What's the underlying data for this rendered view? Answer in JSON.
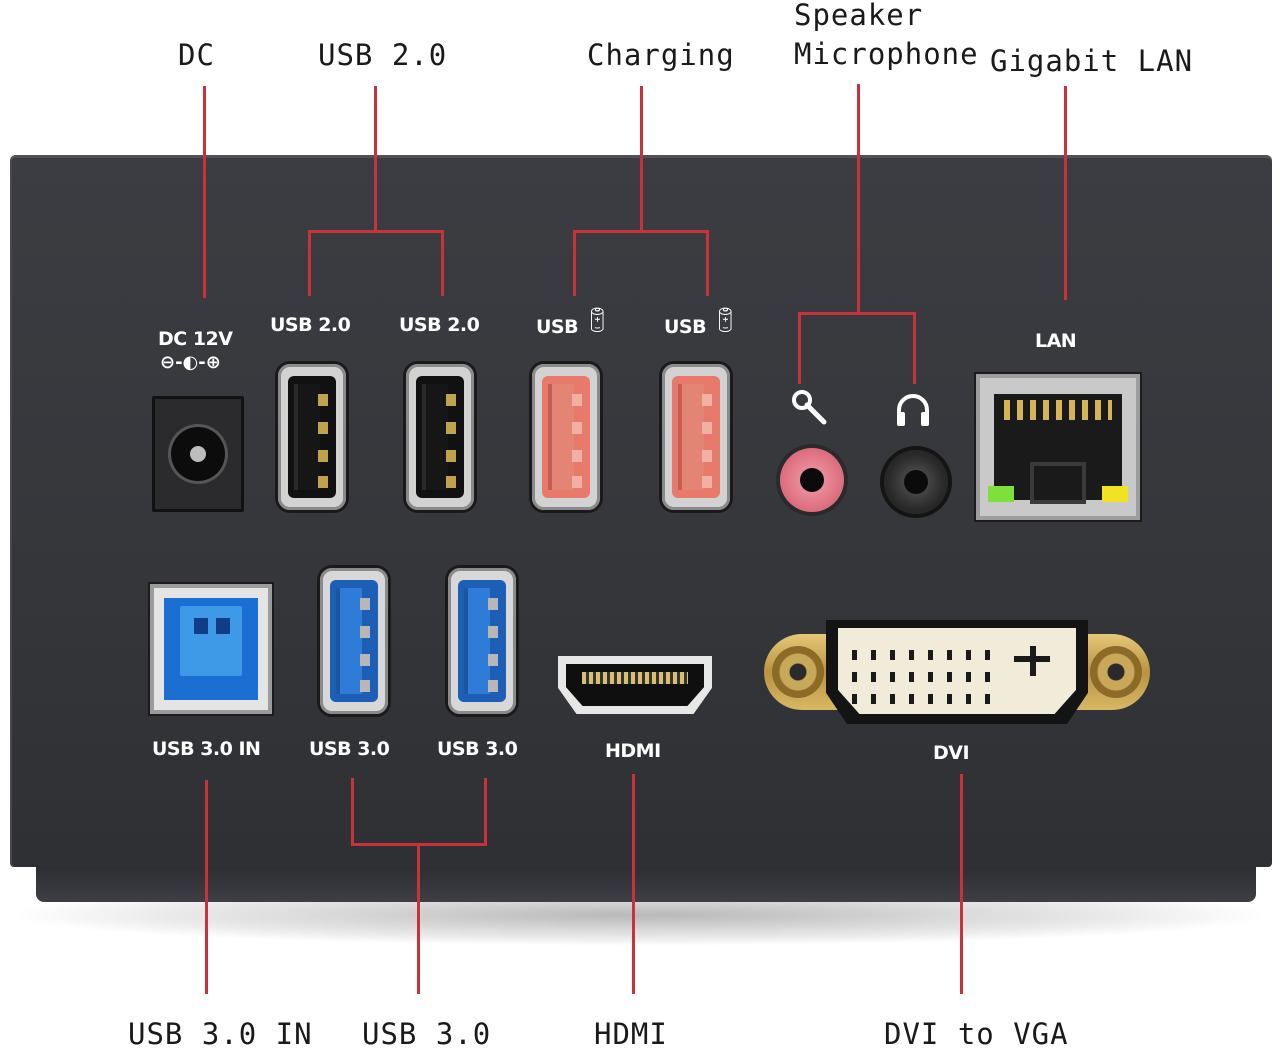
{
  "callouts": {
    "dc": "DC",
    "usb20": "USB 2.0",
    "charging": "Charging",
    "speaker": "Speaker",
    "microphone": "Microphone",
    "lan": "Gigabit  LAN",
    "usb30in": "USB 3.0 IN",
    "usb30": "USB 3.0",
    "hdmi": "HDMI",
    "dvi_vga": "DVI to VGA"
  },
  "device_labels": {
    "dc": "DC 12V",
    "dc_polarity": "⊖-◐-⊕",
    "usb2_a": "USB 2.0",
    "usb2_b": "USB 2.0",
    "charge_a": "USB",
    "charge_b": "USB",
    "lan": "LAN",
    "usb30in": "USB 3.0 IN",
    "usb30_a": "USB 3.0",
    "usb30_b": "USB 3.0",
    "hdmi": "HDMI",
    "dvi": "DVI"
  },
  "icons": {
    "charge_battery": "battery-charge-icon",
    "mic": "microphone-icon",
    "headphone": "headphone-icon"
  },
  "colors": {
    "leader": "#c8323a",
    "device": "#36383c",
    "usb_blue": "#1d5fb5",
    "charge_red": "#e77a6a",
    "mic_pink": "#e07686",
    "dvi_gold": "#c9a85a"
  }
}
